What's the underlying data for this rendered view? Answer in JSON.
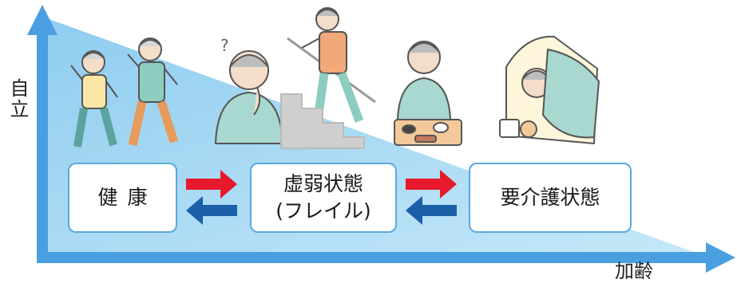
{
  "axes": {
    "y_label": "自立",
    "x_label": "加齢"
  },
  "states": [
    {
      "label": "健康"
    },
    {
      "label": "虚弱状態\n(フレイル)"
    },
    {
      "label": "要介護状態"
    }
  ],
  "transitions": [
    {
      "from": "健康",
      "to": "虚弱状態",
      "direction": "forward"
    },
    {
      "from": "虚弱状態",
      "to": "健康",
      "direction": "back"
    },
    {
      "from": "虚弱状態",
      "to": "要介護状態",
      "direction": "forward"
    },
    {
      "from": "要介護状態",
      "to": "虚弱状態",
      "direction": "back"
    }
  ],
  "illustrations": [
    "energetic-walking-elderly-pair",
    "worried-elderly-with-question-mark",
    "elderly-climbing-stairs",
    "elderly-with-meal",
    "bedridden-elderly"
  ],
  "colors": {
    "triangle_fill": "#a8daf5",
    "axis": "#4a9fe0",
    "box_border": "#5aa9dc",
    "arrow_forward": "#e8192c",
    "arrow_back": "#1a5fa8"
  }
}
